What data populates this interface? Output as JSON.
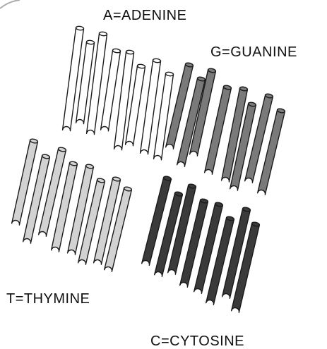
{
  "legend": {
    "adenine": "A=ADENINE",
    "guanine": "G=GUANINE",
    "thymine": "T=THYMINE",
    "cytosine": "C=CYTOSINE"
  },
  "colors": {
    "adenine": "#ffffff",
    "guanine": "#7a7a7a",
    "thymine": "#d2d2d2",
    "cytosine": "#3a3a3a",
    "outline": "#1a1a1a"
  }
}
